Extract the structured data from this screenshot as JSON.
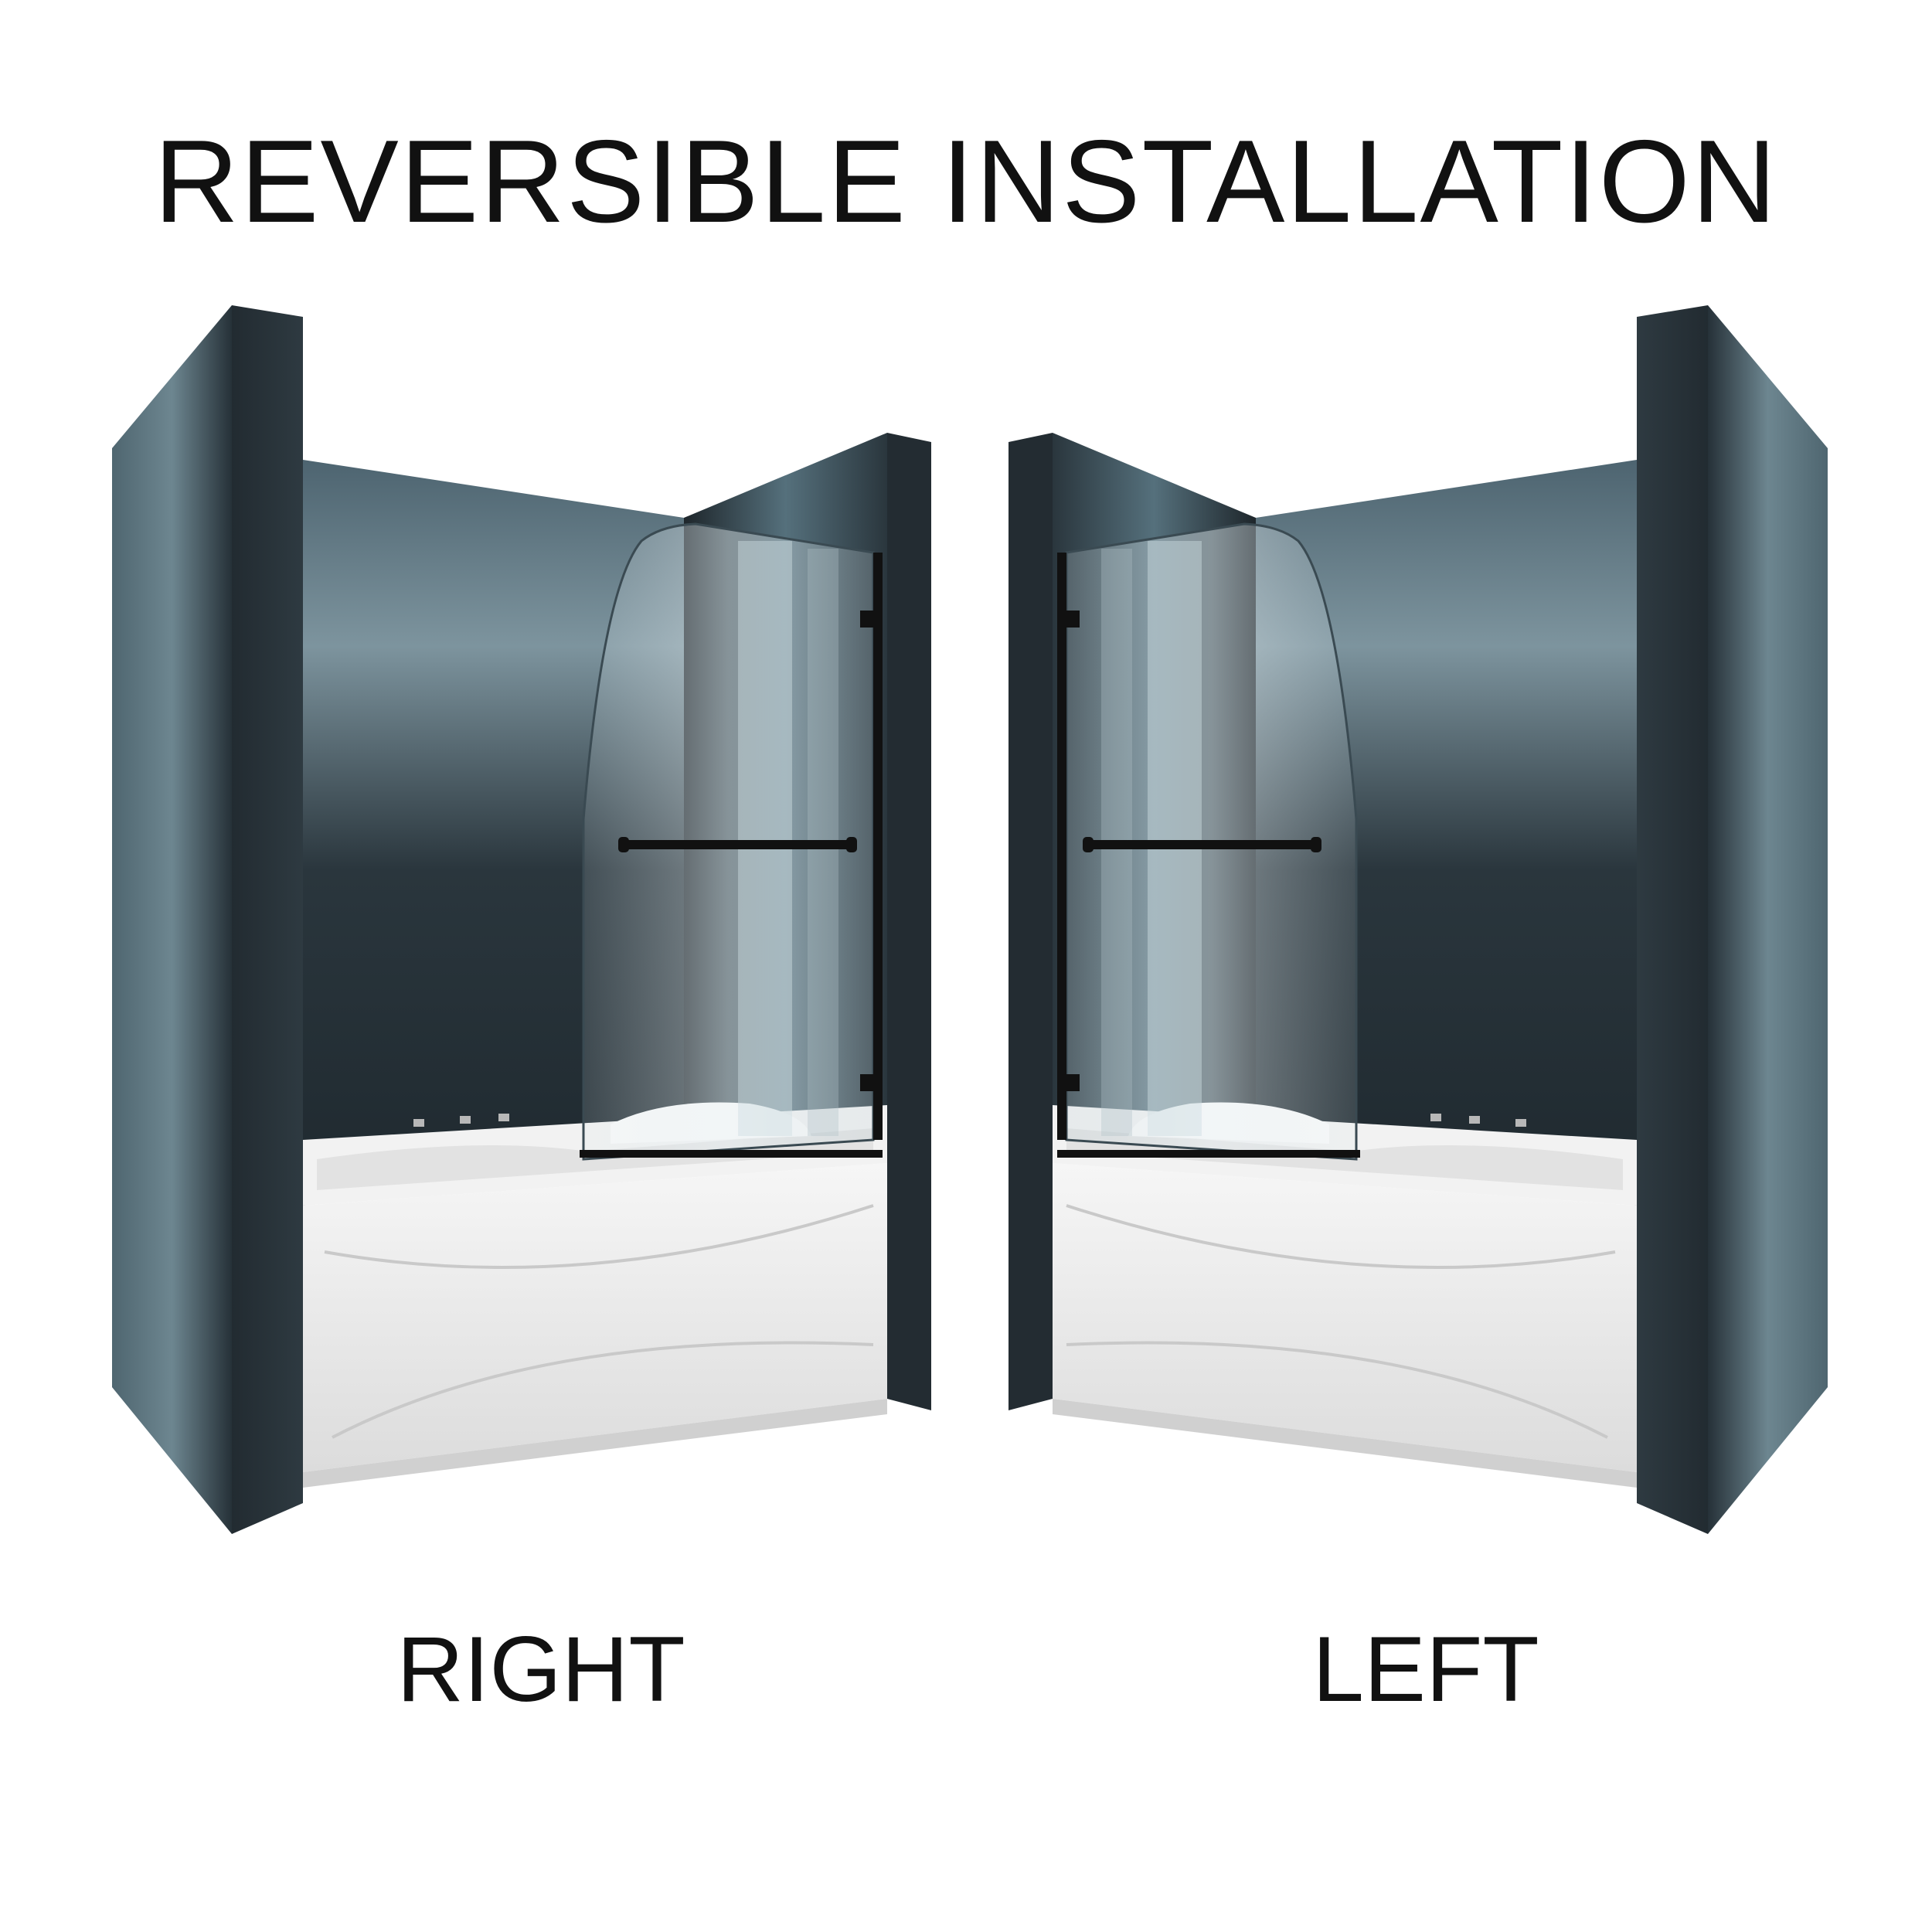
{
  "title": "REVERSIBLE INSTALLATION",
  "captions": {
    "right": "RIGHT",
    "left": "LEFT"
  },
  "colors": {
    "background": "#ffffff",
    "text": "#111111",
    "wall_dark": "#1f2a31",
    "wall_mid": "#4d5f69",
    "wall_light": "#8fa4ad",
    "tub": "#ececec",
    "hardware": "#111111"
  }
}
